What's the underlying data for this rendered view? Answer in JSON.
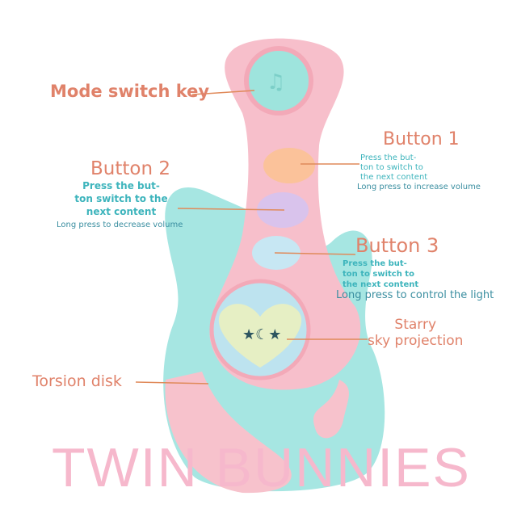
{
  "labels": {
    "mode_switch": "Mode switch key",
    "button1": {
      "title": "Button 1",
      "lines": [
        "Press the but-",
        "ton to switch to",
        "the next content"
      ],
      "note": "Long press to increase volume"
    },
    "button2": {
      "title": "Button 2",
      "lines": [
        "Press the but-",
        "ton switch to the",
        "next content"
      ],
      "note": "Long press to decrease volume"
    },
    "button3": {
      "title": "Button 3",
      "lines": [
        "Press the but-",
        "ton to switch to",
        "the next content"
      ],
      "note": "Long press to control the light"
    },
    "starry": [
      "Starry",
      "sky projection"
    ],
    "torsion": "Torsion disk"
  },
  "watermark": "TWIN BUNNIES",
  "colors": {
    "label": "#e0826a",
    "sub": "#3db4bc",
    "pink": "#f5b9c6",
    "teal": "#9fe3e0",
    "line": "#e08a5a"
  }
}
